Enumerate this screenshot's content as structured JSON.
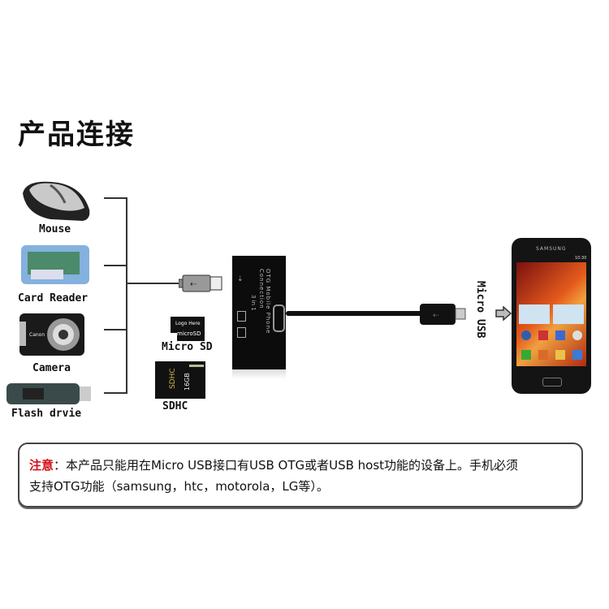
{
  "title": "产品连接",
  "devices": [
    {
      "name": "mouse",
      "label": "Mouse"
    },
    {
      "name": "card-reader",
      "label": "Card Reader"
    },
    {
      "name": "camera",
      "label": "Camera"
    },
    {
      "name": "flash-drive",
      "label": "Flash drvie"
    }
  ],
  "cards": {
    "micro_sd_label": "Micro SD",
    "micro_sd_text": "Logo Here",
    "sdhc_label": "SDHC",
    "sdhc_text": "16GB"
  },
  "hub": {
    "text": "OTG Mobile Phone Connection",
    "subtext": "3 in 1"
  },
  "cable_label": "Micro USB",
  "phone": {
    "brand": "SAMSUNG",
    "time": "10:30"
  },
  "notice": {
    "prefix": "注意",
    "colon": "：",
    "line1": "本产品只能用在Micro USB接口有USB OTG或者USB host功能的设备上。手机必须",
    "line2": "支持OTG功能（samsung，htc，motorola，LG等）。"
  },
  "colors": {
    "accent_red": "#d4121a",
    "line": "#333333"
  }
}
